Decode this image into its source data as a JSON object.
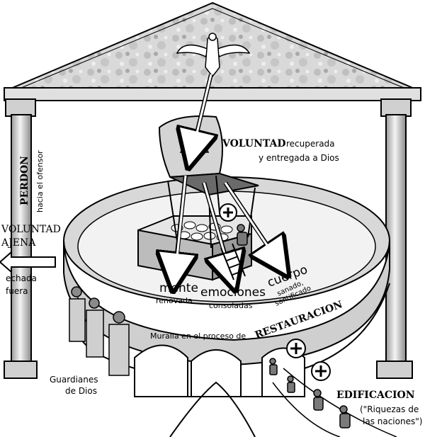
{
  "labels": {
    "voluntad_title": "VOLUNTAD",
    "voluntad_rest": "recuperada",
    "voluntad_line2": "y entregada a Dios",
    "perdon": "PERDON",
    "perdon_sub": "hacia el ofensor",
    "voluntad_ajena_1": "VOLUNTAD",
    "voluntad_ajena_2": "AJENA",
    "echada_1": "echada",
    "echada_2": "fuera",
    "mente": "mente",
    "mente_sub": "renovada",
    "emociones": "emociones",
    "emociones_sub": "consoladas",
    "cuerpo": "cuerpo",
    "cuerpo_sub1": "sanado,",
    "cuerpo_sub2": "santificado",
    "muralla_prefix": "Muralla en el proceso de",
    "restauracion": "RESTAURACION",
    "guardianes_1": "Guardianes",
    "guardianes_2": "de Dios",
    "edificacion": "EDIFICACION",
    "riquezas_1": "(\"Riquezas de",
    "riquezas_2": "las naciones\")"
  },
  "icons": [
    "dove-icon",
    "crown-icon",
    "plus-icon",
    "arrow-left-icon"
  ],
  "colors": {
    "ink": "#000000",
    "stone": "#bdbdbd",
    "paper": "#ffffff"
  }
}
